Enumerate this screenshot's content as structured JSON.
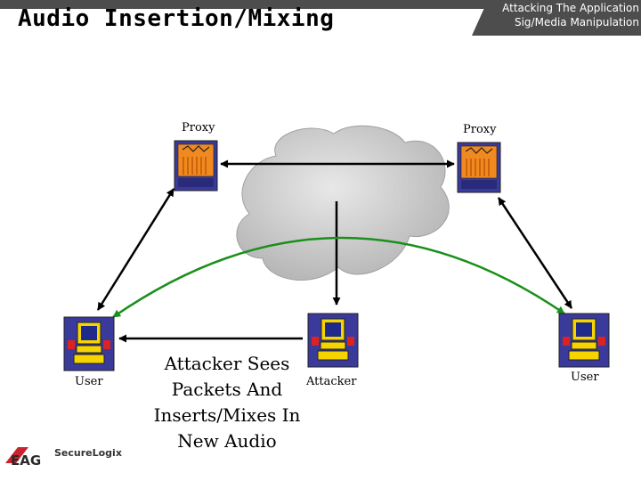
{
  "header": {
    "title": "Audio Insertion/Mixing",
    "tab_line1": "Attacking The Application",
    "tab_line2": "Sig/Media Manipulation"
  },
  "nodes": {
    "proxy_left": "Proxy",
    "proxy_right": "Proxy",
    "user_left": "User",
    "attacker": "Attacker",
    "user_right": "User"
  },
  "caption": {
    "line1": "Attacker Sees",
    "line2": "Packets And",
    "line3": "Inserts/Mixes In",
    "line4": "New Audio"
  },
  "logo": {
    "brand": "SecureLogix",
    "mark": "EAG"
  },
  "colors": {
    "header_bar": "#4d4d4d",
    "signal_arrow": "#000000",
    "media_arc": "#1a8f1a",
    "cloud": "#c7c7c7",
    "monitor_screen": "#202a8a",
    "computer_body": "#f5d400",
    "proxy_body": "#f08a20"
  }
}
